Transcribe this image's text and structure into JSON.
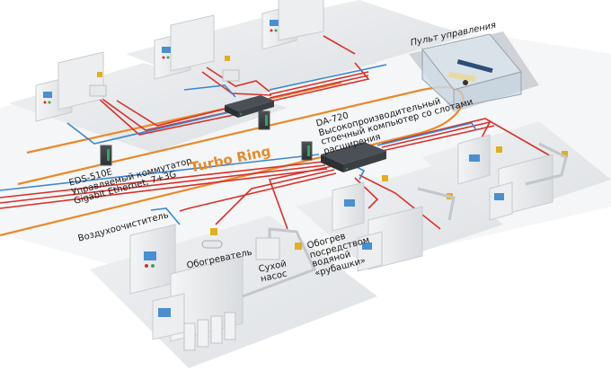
{
  "diagram": {
    "title": "",
    "colors": {
      "ring": "#e8892a",
      "power_line": "#d9302a",
      "data_line": "#3b87d4",
      "floor": "#e6e8ea",
      "equipment": "#eef0f2",
      "device_dark": "#3a3f44",
      "status_yellow": "#e0b020"
    },
    "network": {
      "ring_label": "Turbo Ring"
    },
    "labels": {
      "control_room": "Пульт управления",
      "da720": {
        "model": "DA-720",
        "line1": "Высокопроизводительный",
        "line2": "стоечный компьютер со слотами",
        "line3": "расширения"
      },
      "eds510e": {
        "model": "EDS-510E",
        "line1": "Управляемый коммутатор",
        "line2": "Gigabit Ethernet, 7+3G"
      },
      "air_purifier": "Воздухоочиститель",
      "heater": "Обогреватель",
      "dry_pump": {
        "line1": "Сухой",
        "line2": "насос"
      },
      "jacket_heating": {
        "line1": "Обогрев",
        "line2": "посредством",
        "line3": "водяной",
        "line4": "«рубашки»"
      }
    },
    "nodes": [
      {
        "id": "control-room",
        "type": "control room"
      },
      {
        "id": "da-720",
        "type": "rackmount computer"
      },
      {
        "id": "rack-switch-top",
        "type": "rackmount switch"
      },
      {
        "id": "eds-510e-left",
        "type": "managed switch"
      },
      {
        "id": "eds-510e-top",
        "type": "managed switch"
      },
      {
        "id": "eds-510e-mid",
        "type": "managed switch"
      },
      {
        "id": "process-station-1",
        "type": "process equipment"
      },
      {
        "id": "process-station-2",
        "type": "process equipment"
      },
      {
        "id": "process-station-3",
        "type": "process equipment"
      },
      {
        "id": "process-station-4",
        "type": "process equipment"
      },
      {
        "id": "process-station-5",
        "type": "process equipment"
      },
      {
        "id": "process-station-6",
        "type": "process equipment"
      }
    ]
  }
}
